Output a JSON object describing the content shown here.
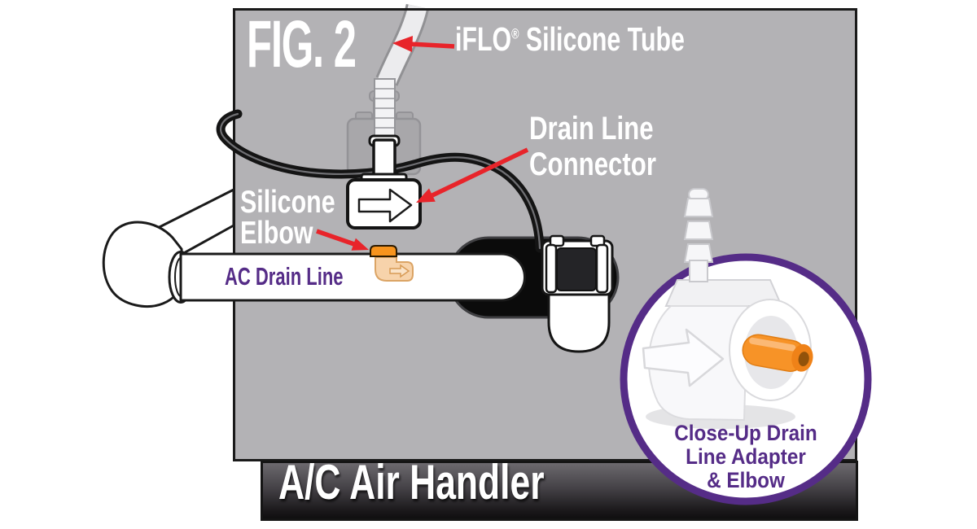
{
  "figure": {
    "fig_label": "FIG. 2",
    "labels": {
      "silicone_tube": {
        "brand": "iFLO",
        "reg": "®",
        "rest": " Silicone Tube"
      },
      "drain_line_connector": [
        "Drain Line",
        "Connector"
      ],
      "silicone_elbow": [
        "Silicone",
        "Elbow"
      ],
      "ac_drain_line": "AC Drain Line",
      "air_handler": "A/C Air Handler",
      "closeup": [
        "Close-Up Drain",
        "Line Adapter",
        "& Elbow"
      ]
    },
    "colors": {
      "panel_gray": "#B3B2B5",
      "brand_purple": "#552C87",
      "callout_red": "#E8242A",
      "elbow_orange": "#F7941E",
      "bar_dark_top": "#6E6B70",
      "bar_dark_bottom": "#0E0D0E"
    }
  }
}
